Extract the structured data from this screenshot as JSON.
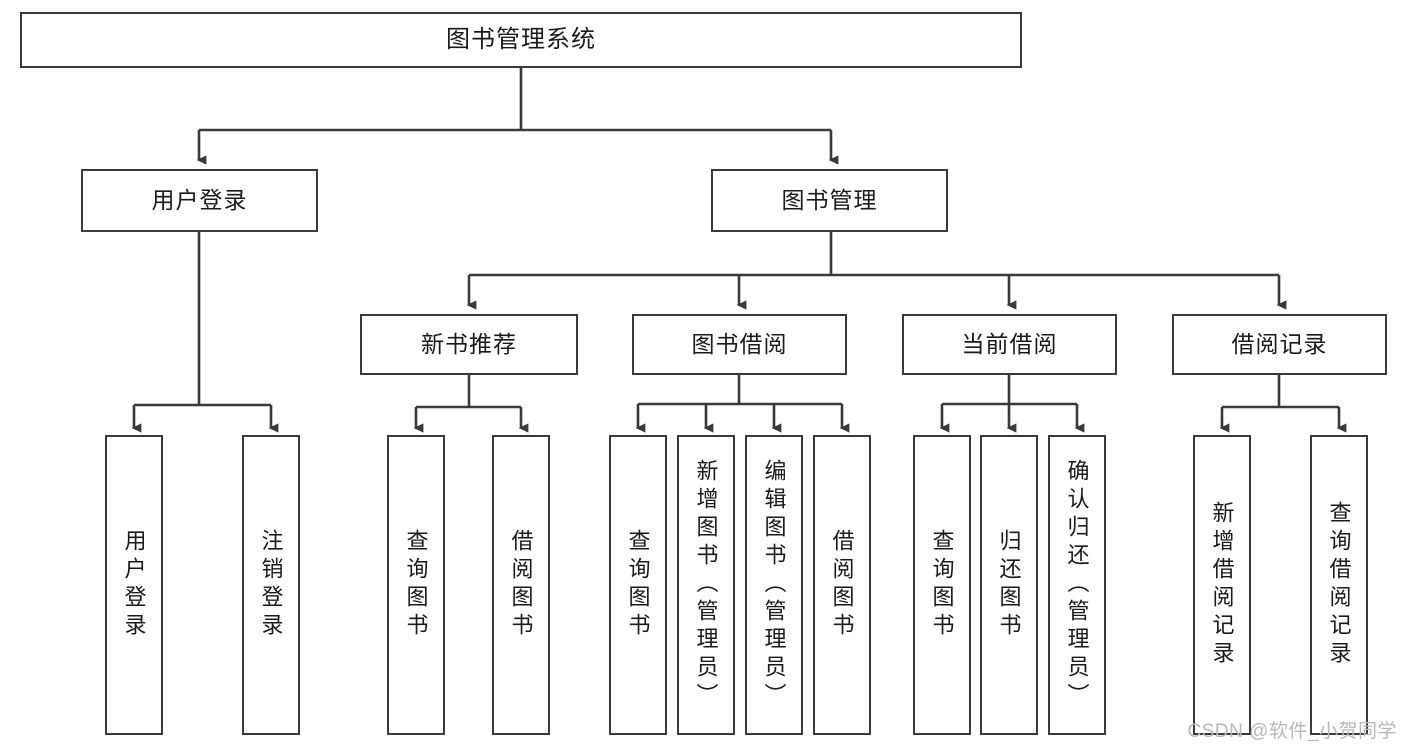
{
  "diagram": {
    "type": "tree-hierarchy",
    "title": "图书管理系统",
    "watermark": "CSDN @软件_小贺同学",
    "colors": {
      "box_border": "#3a3a3a",
      "box_fill": "#ffffff",
      "connector": "#3a3a3a",
      "text": "#1a1a1a",
      "watermark": "#b8b8b8"
    },
    "nodes": {
      "root": {
        "label": "图书管理系统",
        "level": 1,
        "orientation": "horizontal"
      },
      "user_login": {
        "label": "用户登录",
        "level": 2,
        "orientation": "horizontal"
      },
      "book_manage": {
        "label": "图书管理",
        "level": 2,
        "orientation": "horizontal"
      },
      "new_book_rec": {
        "label": "新书推荐",
        "level": 3,
        "orientation": "horizontal"
      },
      "book_borrow": {
        "label": "图书借阅",
        "level": 3,
        "orientation": "horizontal"
      },
      "current_borrow": {
        "label": "当前借阅",
        "level": 3,
        "orientation": "horizontal"
      },
      "borrow_record": {
        "label": "借阅记录",
        "level": 3,
        "orientation": "horizontal"
      },
      "leaf_user_login": {
        "label": "用户登录",
        "level": 4,
        "orientation": "vertical"
      },
      "leaf_logout": {
        "label": "注销登录",
        "level": 4,
        "orientation": "vertical"
      },
      "leaf_query_book_1": {
        "label": "查询图书",
        "level": 4,
        "orientation": "vertical"
      },
      "leaf_borrow_book_1": {
        "label": "借阅图书",
        "level": 4,
        "orientation": "vertical"
      },
      "leaf_query_book_2": {
        "label": "查询图书",
        "level": 4,
        "orientation": "vertical"
      },
      "leaf_add_book": {
        "label": "新增图书（管理员）",
        "level": 4,
        "orientation": "vertical"
      },
      "leaf_edit_book": {
        "label": "编辑图书（管理员）",
        "level": 4,
        "orientation": "vertical"
      },
      "leaf_borrow_book_2": {
        "label": "借阅图书",
        "level": 4,
        "orientation": "vertical"
      },
      "leaf_query_book_3": {
        "label": "查询图书",
        "level": 4,
        "orientation": "vertical"
      },
      "leaf_return_book": {
        "label": "归还图书",
        "level": 4,
        "orientation": "vertical"
      },
      "leaf_confirm_return": {
        "label": "确认归还（管理员）",
        "level": 4,
        "orientation": "vertical"
      },
      "leaf_add_record": {
        "label": "新增借阅记录",
        "level": 4,
        "orientation": "vertical"
      },
      "leaf_query_record": {
        "label": "查询借阅记录",
        "level": 4,
        "orientation": "vertical"
      }
    },
    "edges": [
      {
        "from": "root",
        "to": "user_login"
      },
      {
        "from": "root",
        "to": "book_manage"
      },
      {
        "from": "user_login",
        "to": "leaf_user_login"
      },
      {
        "from": "user_login",
        "to": "leaf_logout"
      },
      {
        "from": "book_manage",
        "to": "new_book_rec"
      },
      {
        "from": "book_manage",
        "to": "book_borrow"
      },
      {
        "from": "book_manage",
        "to": "current_borrow"
      },
      {
        "from": "book_manage",
        "to": "borrow_record"
      },
      {
        "from": "new_book_rec",
        "to": "leaf_query_book_1"
      },
      {
        "from": "new_book_rec",
        "to": "leaf_borrow_book_1"
      },
      {
        "from": "book_borrow",
        "to": "leaf_query_book_2"
      },
      {
        "from": "book_borrow",
        "to": "leaf_add_book"
      },
      {
        "from": "book_borrow",
        "to": "leaf_edit_book"
      },
      {
        "from": "book_borrow",
        "to": "leaf_borrow_book_2"
      },
      {
        "from": "current_borrow",
        "to": "leaf_query_book_3"
      },
      {
        "from": "current_borrow",
        "to": "leaf_return_book"
      },
      {
        "from": "current_borrow",
        "to": "leaf_confirm_return"
      },
      {
        "from": "borrow_record",
        "to": "leaf_add_record"
      },
      {
        "from": "borrow_record",
        "to": "leaf_query_record"
      }
    ]
  }
}
